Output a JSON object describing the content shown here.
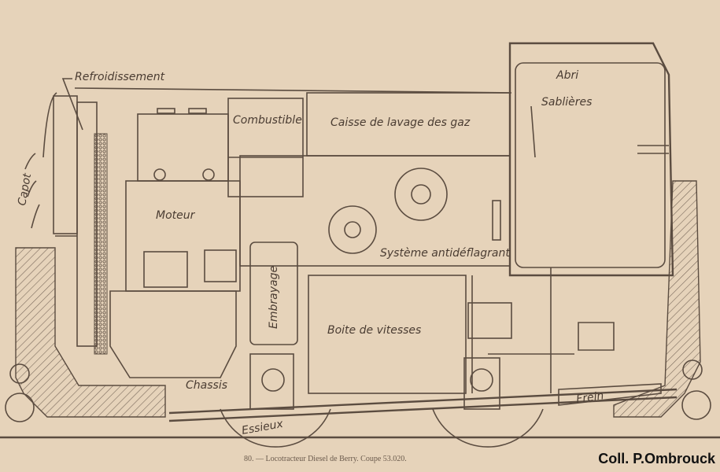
{
  "labels": {
    "cooling": "Refroidissement",
    "hood": "Capot",
    "fuel": "Combustible",
    "gas_washer": "Caisse de lavage des gaz",
    "cab": "Abri",
    "sandboxes": "Sablières",
    "engine": "Moteur",
    "flameproof": "Système antidéflagrant",
    "clutch": "Embrayage",
    "gearbox": "Boite de vitesses",
    "chassis": "Chassis",
    "axles": "Essieux",
    "brake": "Frein"
  },
  "caption": "80. — Locotracteur Diesel de Berry. Coupe 53.020.",
  "credit": "Coll. P.Ombrouck"
}
